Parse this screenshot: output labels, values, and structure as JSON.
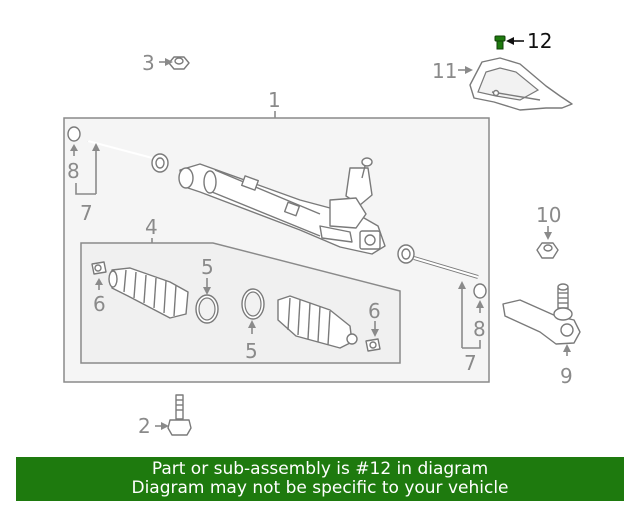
{
  "callouts": {
    "c1": "1",
    "c2": "2",
    "c3": "3",
    "c4": "4",
    "c5a": "5",
    "c5b": "5",
    "c6a": "6",
    "c6b": "6",
    "c7a": "7",
    "c7b": "7",
    "c8a": "8",
    "c8b": "8",
    "c9": "9",
    "c10": "10",
    "c11": "11",
    "c12": "12"
  },
  "highlighted_part": "12",
  "banner": {
    "line1": "Part or sub-assembly is #12 in diagram",
    "line2": "Diagram may not be specific to your vehicle"
  },
  "colors": {
    "banner_background": "#1e7a0e",
    "banner_text": "#ffffff",
    "callout_text": "#8a8a8a",
    "highlight_text": "#111111",
    "highlight_part": "#1e7a0e"
  }
}
